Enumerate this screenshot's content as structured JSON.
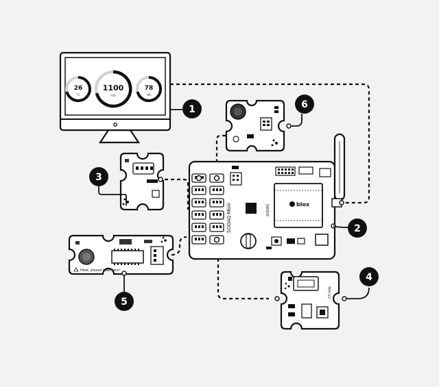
{
  "monitor": {
    "gauges": [
      {
        "value": "26",
        "unit": "°C"
      },
      {
        "value": "1100",
        "unit": "mb"
      },
      {
        "value": "78",
        "unit": "db"
      }
    ]
  },
  "callouts": [
    "1",
    "2",
    "3",
    "4",
    "5",
    "6"
  ],
  "board": {
    "name": "SODAQ Mbili",
    "logo": "SODAQ",
    "chip": "u-blox",
    "chip_mark": "blox"
  },
  "modules": {
    "warning_text": "Heat, please take care!",
    "module4_label": "TPH V2"
  },
  "colors": {
    "background": "#f2f2f2",
    "line": "#111111",
    "fill": "#ffffff",
    "callout": "#111111",
    "callout_text": "#ffffff"
  }
}
